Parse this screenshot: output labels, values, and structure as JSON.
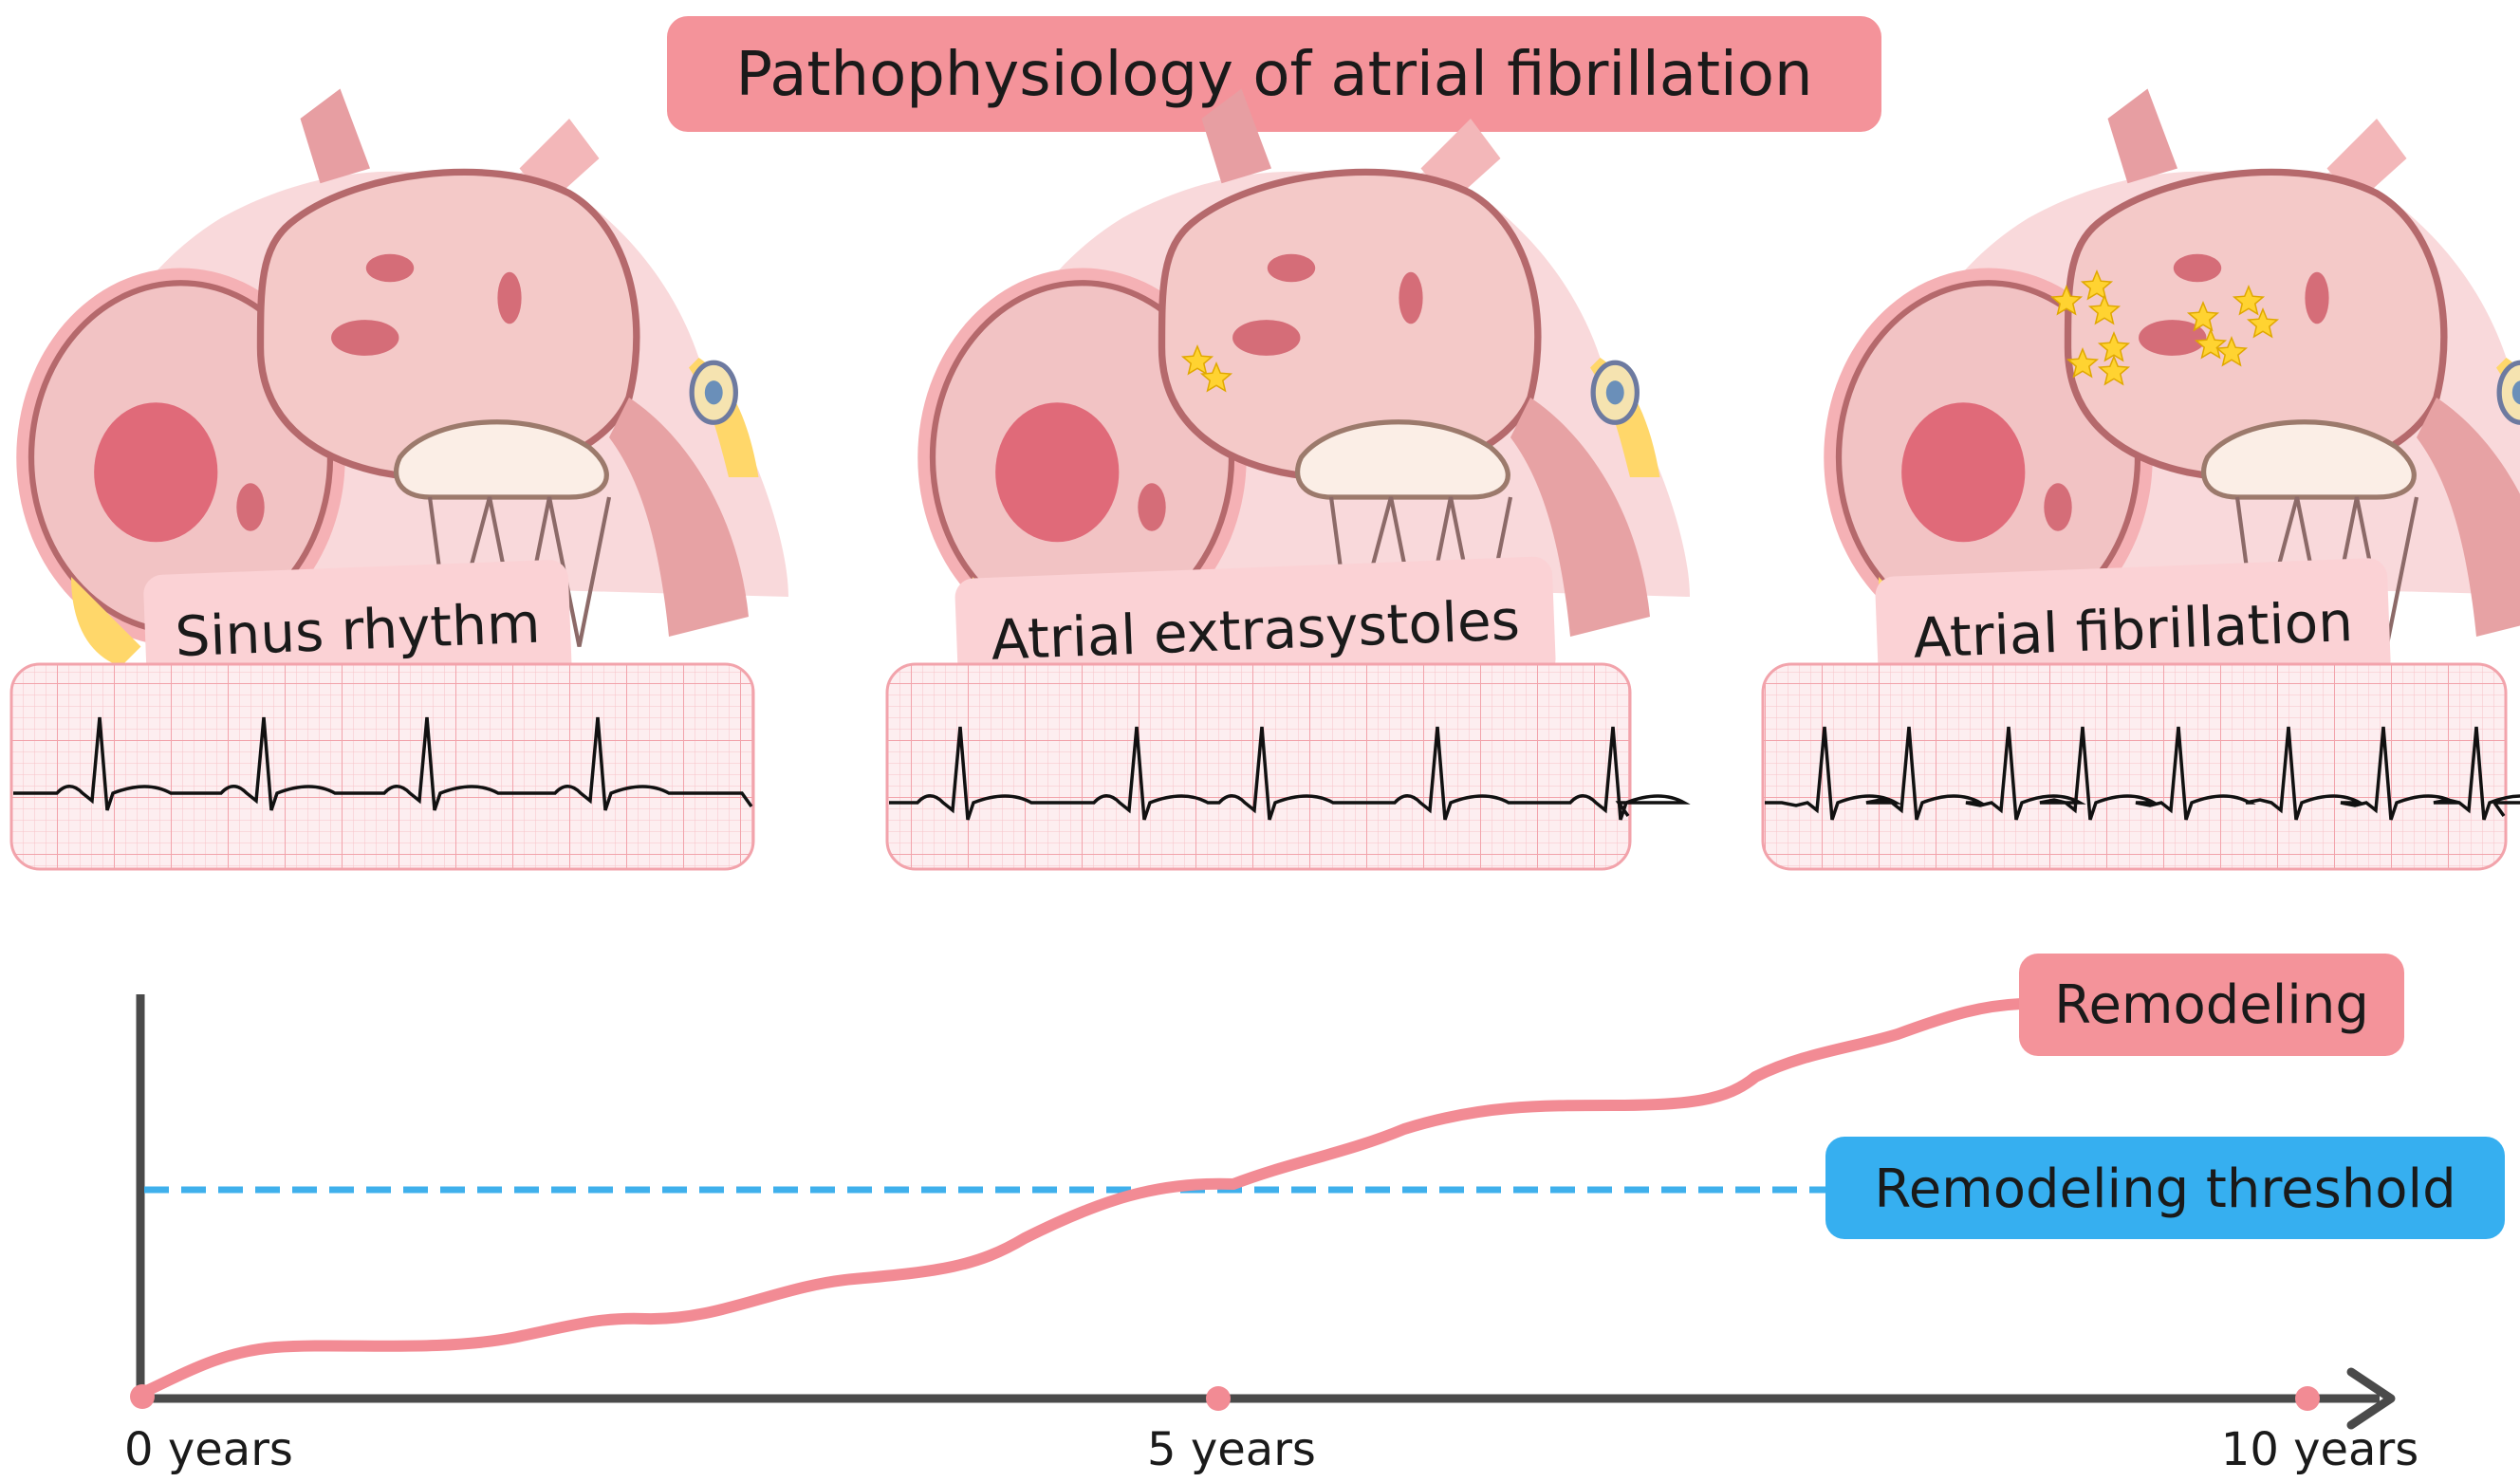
{
  "title": "Pathophysiology of atrial fibrillation",
  "stages": [
    {
      "label": "Sinus rhythm",
      "heart_icon": "heart-cross-section-icon",
      "stars": 0
    },
    {
      "label": "Atrial extrasystoles",
      "heart_icon": "heart-cross-section-icon",
      "stars": 2
    },
    {
      "label": "Atrial fibrillation",
      "heart_icon": "heart-cross-section-icon",
      "stars": 11
    }
  ],
  "graph": {
    "remodeling_label": "Remodeling",
    "threshold_label": "Remodeling threshold",
    "x_ticks": [
      "0 years",
      "5 years",
      "10 years"
    ]
  },
  "colors": {
    "title_bg": "#f4939a",
    "stage_label_bg": "#fbd2d5",
    "ecg_bg": "#fdeef0",
    "ecg_grid": "#f4a9b0",
    "remodeling_line": "#f28b94",
    "threshold_line": "#3fb0ec",
    "threshold_bg": "#36aff0",
    "axis": "#4a4a4a",
    "star": "#ffd331"
  }
}
